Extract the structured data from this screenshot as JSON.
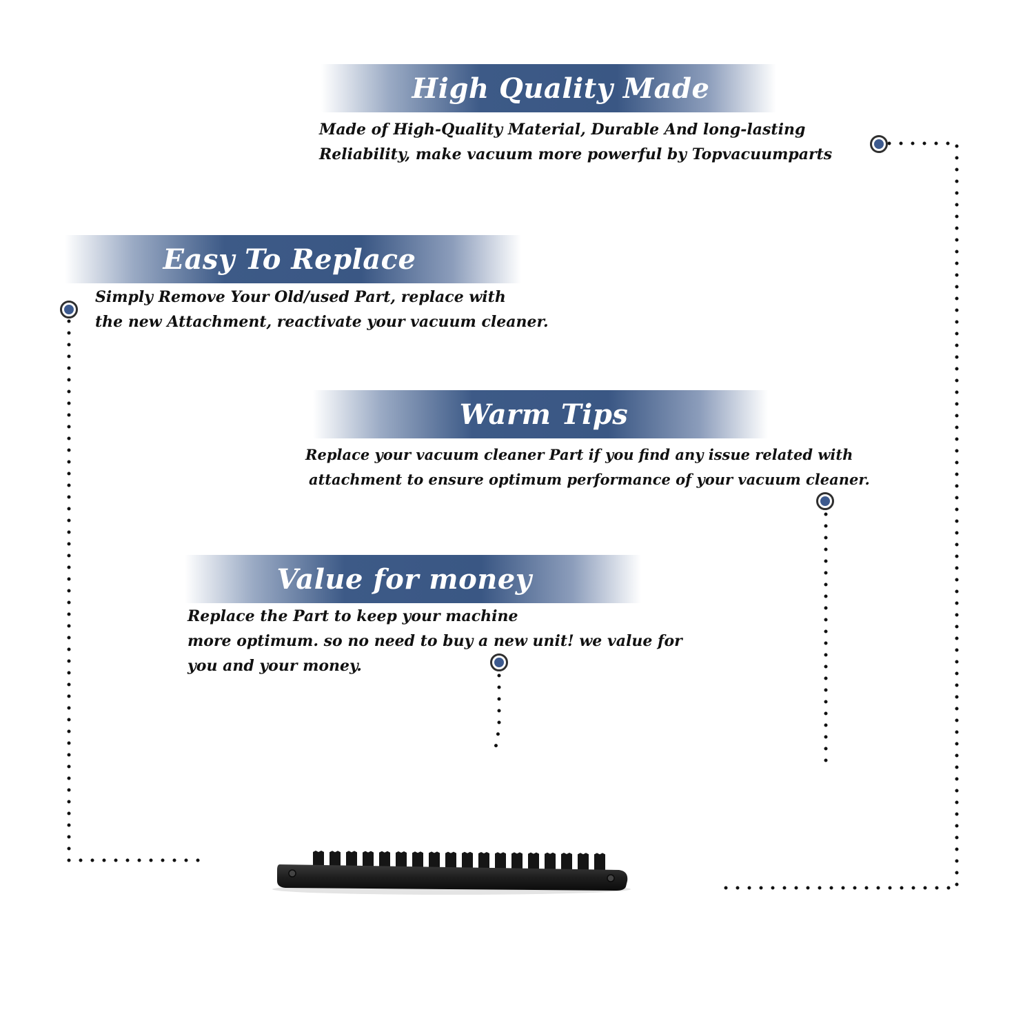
{
  "sections": [
    {
      "title": "High Quality Made",
      "lines": [
        "Made of  High-Quality Material, Durable And long-lasting",
        "Reliability, make vacuum more powerful by Topvacuumparts"
      ]
    },
    {
      "title": "Easy To Replace",
      "lines": [
        "Simply Remove Your Old/used Part, replace with",
        "the new Attachment, reactivate your vacuum cleaner."
      ]
    },
    {
      "title": "Warm Tips",
      "lines": [
        "Replace your vacuum cleaner Part if you find any issue related with",
        "attachment to ensure optimum performance of your vacuum cleaner."
      ]
    },
    {
      "title": "Value for money",
      "lines": [
        "Replace the Part to keep your machine",
        "more optimum. so no need to buy a new unit! we value for",
        "you and your money."
      ]
    }
  ],
  "colors": {
    "banner_blue": "#3d5a87",
    "marker_blue": "#3d5a8e",
    "text": "#111111"
  },
  "product_image": "vacuum-brush-strip"
}
